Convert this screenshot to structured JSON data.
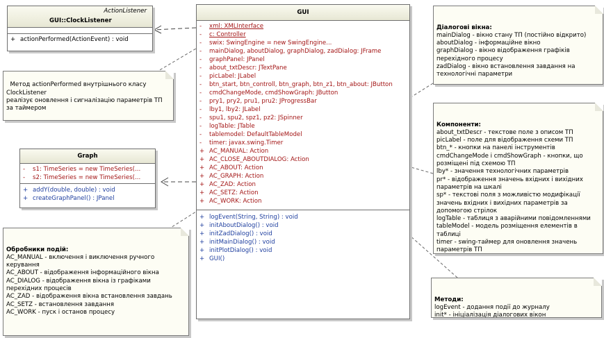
{
  "gui_class": {
    "name": "GUI",
    "attributes": [
      {
        "vis": "-",
        "text": "xml:  XMLInterface",
        "underline": true
      },
      {
        "vis": "-",
        "text": "c:  Controller",
        "underline": true
      },
      {
        "vis": "-",
        "text": "swix:  SwingEngine = new SwingEngine...",
        "underline": false
      },
      {
        "vis": "-",
        "text": "mainDialog, aboutDialog, graphDialog, zadDialog:  JFrame",
        "underline": false
      },
      {
        "vis": "-",
        "text": "graphPanel:  JPanel",
        "underline": false
      },
      {
        "vis": "-",
        "text": "about_txtDescr:  JTextPane",
        "underline": false
      },
      {
        "vis": "-",
        "text": "picLabel:  JLabel",
        "underline": false
      },
      {
        "vis": "-",
        "text": "btn_start, btn_controll, btn_graph, btn_z1, btn_about:  JButton",
        "underline": false
      },
      {
        "vis": "-",
        "text": "cmdChangeMode, cmdShowGraph:  JButton",
        "underline": false
      },
      {
        "vis": "-",
        "text": "pry1, pry2, pru1, pru2:  JProgressBar",
        "underline": false
      },
      {
        "vis": "-",
        "text": "lby1, lby2:  JLabel",
        "underline": false
      },
      {
        "vis": "-",
        "text": "spu1, spu2, spz1, pz2:  JSpinner",
        "underline": false
      },
      {
        "vis": "-",
        "text": "logTable:  JTable",
        "underline": false
      },
      {
        "vis": "-",
        "text": "tablemodel:  DefaultTableModel",
        "underline": false
      },
      {
        "vis": "-",
        "text": "timer:  javax.swing.Timer",
        "underline": false
      },
      {
        "vis": "+",
        "text": "AC_MANUAL:  Action",
        "underline": false
      },
      {
        "vis": "+",
        "text": "AC_CLOSE_ABOUTDIALOG:  Action",
        "underline": false
      },
      {
        "vis": "+",
        "text": "AC_ABOUT:  Action",
        "underline": false
      },
      {
        "vis": "+",
        "text": "AC_GRAPH:  Action",
        "underline": false
      },
      {
        "vis": "+",
        "text": "AC_ZAD:  Action",
        "underline": false
      },
      {
        "vis": "+",
        "text": "AC_SETZ:  Action",
        "underline": false
      },
      {
        "vis": "+",
        "text": "AC_WORK:  Action",
        "underline": false
      }
    ],
    "operations": [
      {
        "vis": "+",
        "text": "logEvent(String, String) :  void"
      },
      {
        "vis": "+",
        "text": "initAboutDialog() :  void"
      },
      {
        "vis": "+",
        "text": "initZadDialog() :  void"
      },
      {
        "vis": "+",
        "text": "initMainDialog() :  void"
      },
      {
        "vis": "+",
        "text": "initPlotDialog() :  void"
      },
      {
        "vis": "+",
        "text": "GUI()"
      }
    ]
  },
  "clock_class": {
    "stereotype": "ActionListener",
    "name": "GUI::ClockListener",
    "operations": [
      {
        "vis": "+",
        "text": "actionPerformed(ActionEvent) :  void"
      }
    ]
  },
  "graph_class": {
    "name": "Graph",
    "attributes": [
      {
        "vis": "-",
        "text": "s1:  TimeSeries = new TimeSeries(..."
      },
      {
        "vis": "-",
        "text": "s2:  TimeSeries = new TimeSeries(..."
      }
    ],
    "operations": [
      {
        "vis": "+",
        "text": "addY(double, double) :  void"
      },
      {
        "vis": "+",
        "text": "createGraphPanel() :  JPanel"
      }
    ]
  },
  "notes": {
    "clock": "Метод actionPerformed внутрішнього класу\nClockListener\nреалізує оновлення і сигналізацію параметрів ТП\nза таймером",
    "dialogs_title": "Діалогові вікна:",
    "dialogs": "mainDialog - вікно стану ТП (постійно відкрито)\naboutDialog - інформаційне вікно\ngraphDialog - вікно відображення графіків\nперехідного процесу\nzadDialog - вікно встановлення завдання на\nтехнологічні параметри",
    "components_title": "Компоненти:",
    "components": "about_txtDescr - текстове поле з описом ТП\npicLabel - поле для відображення схеми ТП\nbtn_* - кнопки на панелі інструментів\ncmdChangeMode і cmdShowGraph - кнопки, що\nрозміщені під схемою ТП\nlby* - значення технологічних параметрів\npr* - відображення значень вхідних і вихідних\nпараметрів на шкалі\nsp* - текстові поля з можливістю модифікації\nзначень вхідних і вихідних параметрів за\nдопомогою стрілок\nlogTable - таблиця з аварійними повідомленнями\ntableModel - модель розміщення елементів в\nтаблиці\ntimer - swing-таймер для оновлення значень\nпараметрів ТП",
    "handlers_title": "Обробники подій:",
    "handlers": "AC_MANUAL - включення і виключення ручного\nкерування\nAC_ABOUT - відображення інформаційного вікна\nAC_DIALOG - відображення вікна із графіками\nперехідних процесів\nAC_ZAD - відображення вікна встановлення завдань\nAC_SETZ - встановлення завдання\nAC_WORK - пуск і останов процесу",
    "methods_title": "Методи:",
    "methods": "logEvent - додання події до журналу\ninit* - ініціалізація діалогових вікон"
  }
}
